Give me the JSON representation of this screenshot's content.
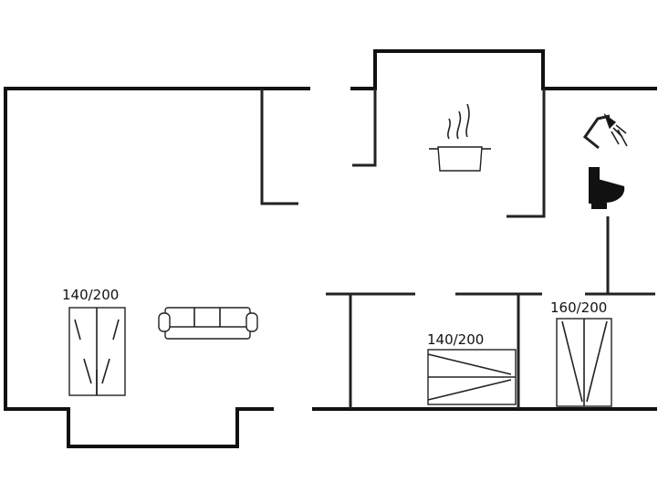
{
  "floorplan": {
    "labels": {
      "bed_left": "140/200",
      "bed_middle": "140/200",
      "bed_right": "160/200"
    },
    "icons": [
      "bed-icon",
      "sofa-icon",
      "cooking-pot-icon",
      "shower-icon",
      "toilet-icon"
    ],
    "colors": {
      "wall": "#111111",
      "background": "#ffffff"
    }
  }
}
